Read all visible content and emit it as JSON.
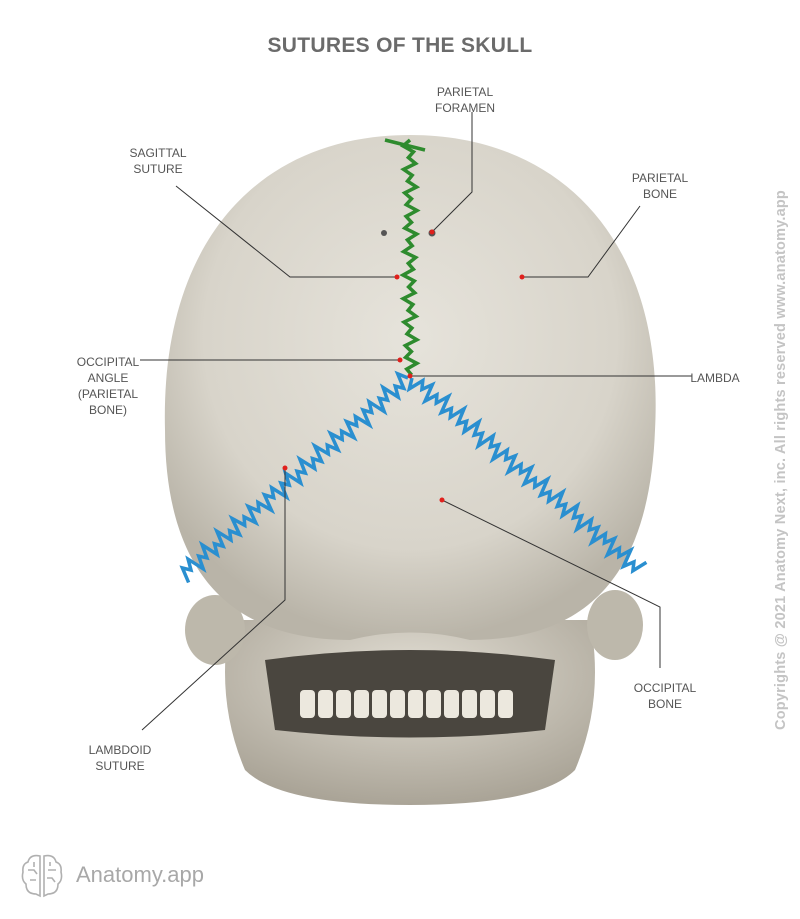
{
  "title": "SUTURES OF THE SKULL",
  "labels": {
    "parietal_foramen": [
      "PARIETAL",
      "FORAMEN"
    ],
    "sagittal_suture": [
      "SAGITTAL",
      "SUTURE"
    ],
    "parietal_bone": [
      "PARIETAL",
      "BONE"
    ],
    "occipital_angle": [
      "OCCIPITAL",
      "ANGLE",
      "(PARIETAL",
      "BONE)"
    ],
    "lambda": [
      "LAMBDA"
    ],
    "lambdoid_suture": [
      "LAMBDOID",
      "SUTURE"
    ],
    "occipital_bone": [
      "OCCIPITAL",
      "BONE"
    ]
  },
  "copyright": "Copyrights @ 2021 Anatomy Next, inc. All rights reserved www.anatomy.app",
  "logo": {
    "text": "Anatomy.app",
    "icon": "brain-icon"
  },
  "colors": {
    "sagittal_suture": "#2e8b2e",
    "lambdoid_suture": "#2a8fd0",
    "marker": "#e0201c",
    "leader_line": "#333333",
    "bone": "#dcd8cf"
  }
}
